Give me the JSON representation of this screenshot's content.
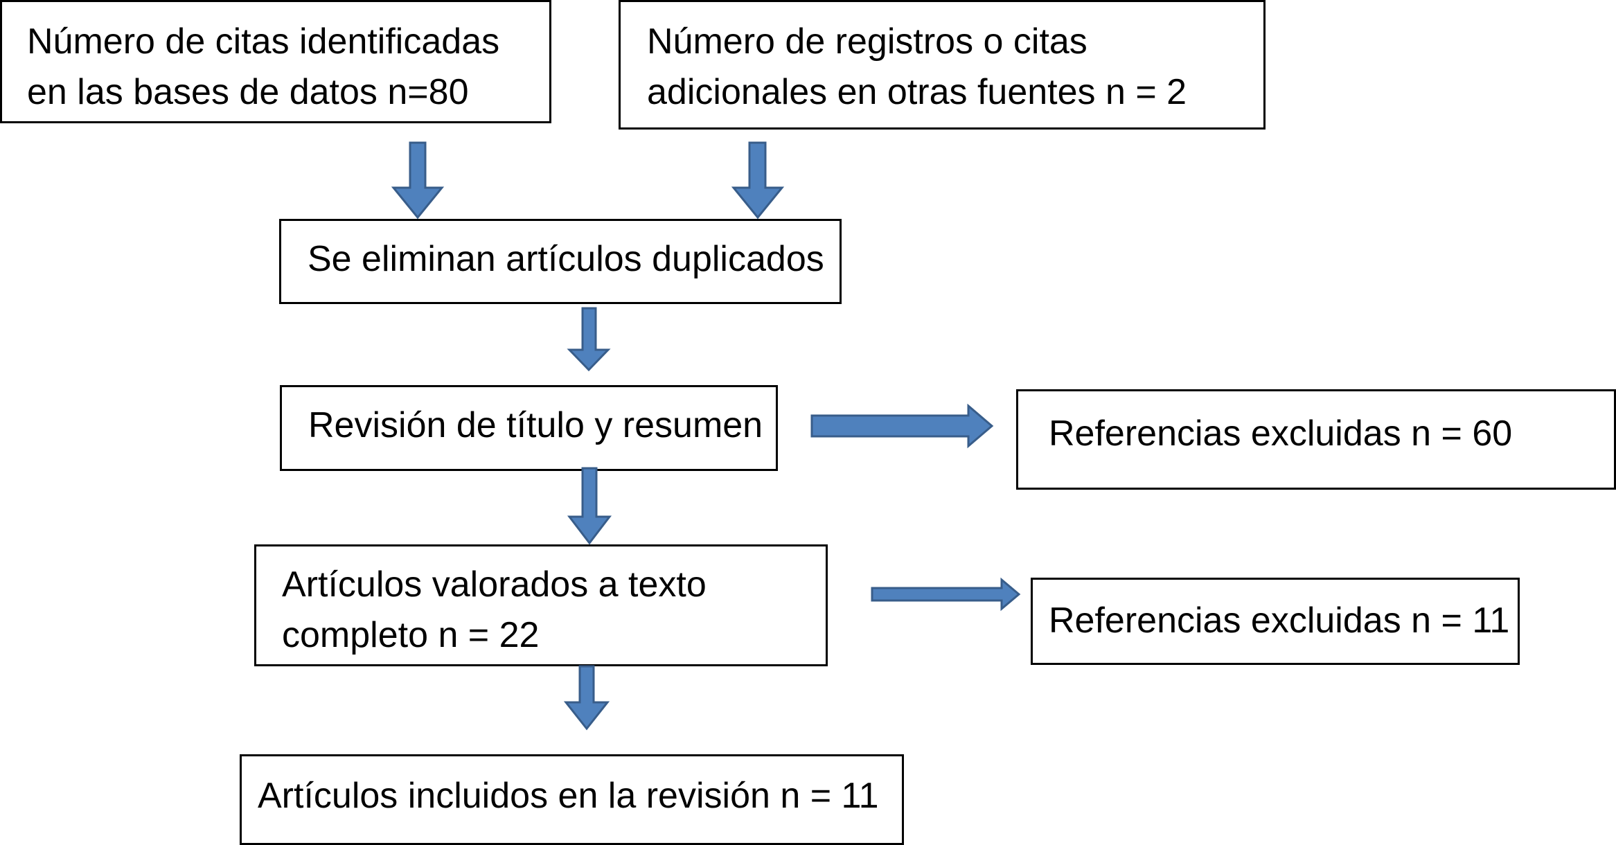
{
  "diagram": {
    "arrow_color": "#4f81bd",
    "arrow_outline": "#385d8a",
    "box_border_color": "#000000",
    "box_citas": {
      "line1": "Número de citas identificadas",
      "line2": "en las bases de datos n=80"
    },
    "box_registros": {
      "line1": "Número de registros o citas",
      "line2": "adicionales en otras fuentes n = 2"
    },
    "box_duplicados": {
      "text": "Se eliminan artículos duplicados"
    },
    "box_revision": {
      "text": "Revisión de título y resumen"
    },
    "box_excluidas_60": {
      "text": "Referencias excluidas n = 60"
    },
    "box_valorados": {
      "line1": "Artículos valorados a texto",
      "line2": "completo n = 22"
    },
    "box_excluidas_11": {
      "text": "Referencias excluidas n = 11"
    },
    "box_incluidos": {
      "text": "Artículos incluidos en la revisión n = 11"
    }
  }
}
